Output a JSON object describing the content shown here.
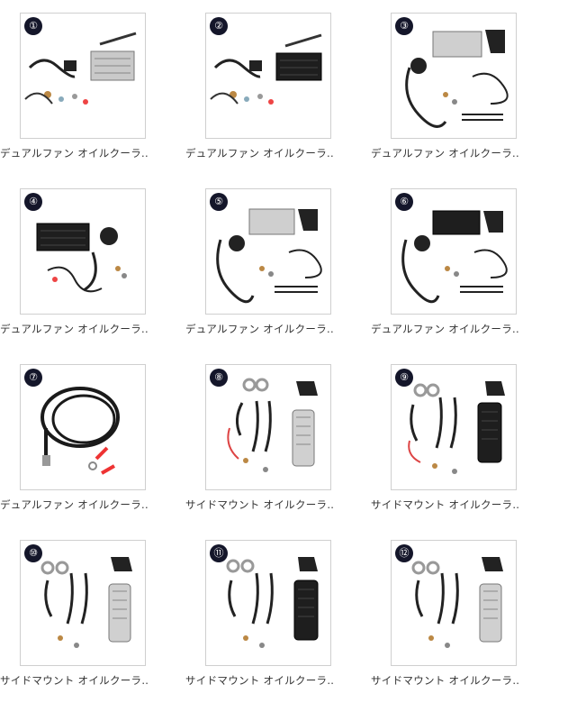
{
  "products": [
    {
      "badge": "①",
      "caption": "デュアルファン オイルクーラ..",
      "icon": "oil-cooler-kit-silver-icon"
    },
    {
      "badge": "②",
      "caption": "デュアルファン オイルクーラ..",
      "icon": "oil-cooler-kit-black-icon"
    },
    {
      "badge": "③",
      "caption": "デュアルファン オイルクーラ..",
      "icon": "oil-cooler-kit-silver-icon"
    },
    {
      "badge": "④",
      "caption": "デュアルファン オイルクーラ..",
      "icon": "oil-cooler-kit-black-icon"
    },
    {
      "badge": "⑤",
      "caption": "デュアルファン オイルクーラ..",
      "icon": "oil-cooler-kit-silver-icon"
    },
    {
      "badge": "⑥",
      "caption": "デュアルファン オイルクーラ..",
      "icon": "oil-cooler-kit-black-icon"
    },
    {
      "badge": "⑦",
      "caption": "デュアルファン オイルクーラ..",
      "icon": "hose-kit-icon"
    },
    {
      "badge": "⑧",
      "caption": "サイドマウント オイルクーラ..",
      "icon": "side-mount-kit-silver-icon"
    },
    {
      "badge": "⑨",
      "caption": "サイドマウント オイルクーラ..",
      "icon": "side-mount-kit-black-icon"
    },
    {
      "badge": "⑩",
      "caption": "サイドマウント オイルクーラ..",
      "icon": "side-mount-kit-silver-icon"
    },
    {
      "badge": "⑪",
      "caption": "サイドマウント オイルクーラ..",
      "icon": "side-mount-kit-black-icon"
    },
    {
      "badge": "⑫",
      "caption": "サイドマウント オイルクーラ..",
      "icon": "side-mount-kit-silver-icon"
    }
  ]
}
